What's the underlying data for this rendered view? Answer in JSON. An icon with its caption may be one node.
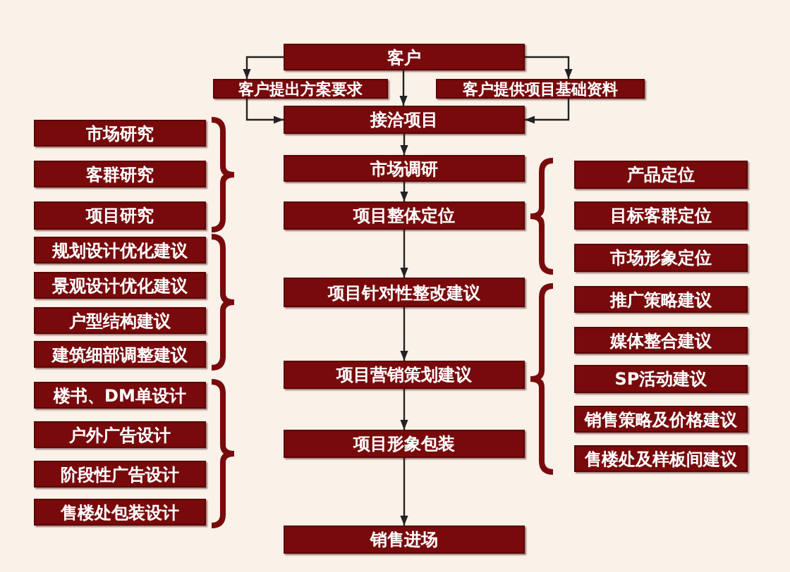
{
  "diagram": {
    "nodes": [
      {
        "text": [
          "客户"
        ]
      },
      {
        "text": [
          "客户提出方案要求"
        ]
      },
      {
        "text": [
          "客户提供项目基础资料"
        ]
      },
      {
        "text": [
          "接洽项目"
        ]
      },
      {
        "text": [
          "市场研究"
        ]
      },
      {
        "text": [
          "客群研究"
        ]
      },
      {
        "text": [
          "项目研究"
        ]
      },
      {
        "text": [
          "规划设计优化建议"
        ]
      },
      {
        "text": [
          "景观设计优化建议"
        ]
      },
      {
        "text": [
          "户型结构建议"
        ]
      },
      {
        "text": [
          "建筑细部调整建议"
        ]
      },
      {
        "text": [
          "楼书、DM单设计"
        ]
      },
      {
        "text": [
          "户外广告设计"
        ]
      },
      {
        "text": [
          "阶段性广告设计"
        ]
      },
      {
        "text": [
          "售楼处包装设计"
        ]
      },
      {
        "text": [
          "市场调研"
        ]
      },
      {
        "text": [
          "项目整体定位"
        ]
      },
      {
        "text": [
          "项目针对性整改建议"
        ]
      },
      {
        "text": [
          "项目营销策划建议"
        ]
      },
      {
        "text": [
          "项目形象包装"
        ]
      },
      {
        "text": [
          "销售进场"
        ]
      },
      {
        "text": [
          "产品定位"
        ]
      },
      {
        "text": [
          "目标客群定位"
        ]
      },
      {
        "text": [
          "市场形象定位"
        ]
      },
      {
        "text": [
          "推广策略建议"
        ]
      },
      {
        "text": [
          "媒体整合建议"
        ]
      },
      {
        "text": [
          "SP活动建议"
        ]
      },
      {
        "text": [
          "销售策略及价格建议"
        ]
      },
      {
        "text": [
          "售楼处及样板间建议"
        ]
      }
    ],
    "edges": [
      {
        "from": 0,
        "to": 1,
        "arrow": "to"
      },
      {
        "from": 0,
        "to": 2,
        "arrow": "to"
      },
      {
        "from": 0,
        "to": 3,
        "arrow": "to"
      },
      {
        "from": 1,
        "to": 3,
        "arrow": "to"
      },
      {
        "from": 2,
        "to": 3,
        "arrow": "to"
      },
      {
        "from": 3,
        "to": 15,
        "arrow": "to"
      },
      {
        "from": 15,
        "to": 16,
        "arrow": "to"
      },
      {
        "from": 16,
        "to": 17,
        "arrow": "to"
      },
      {
        "from": 17,
        "to": 18,
        "arrow": "to"
      },
      {
        "from": 18,
        "to": 19,
        "arrow": "to"
      },
      {
        "from": 19,
        "to": 20,
        "arrow": "to"
      }
    ]
  }
}
